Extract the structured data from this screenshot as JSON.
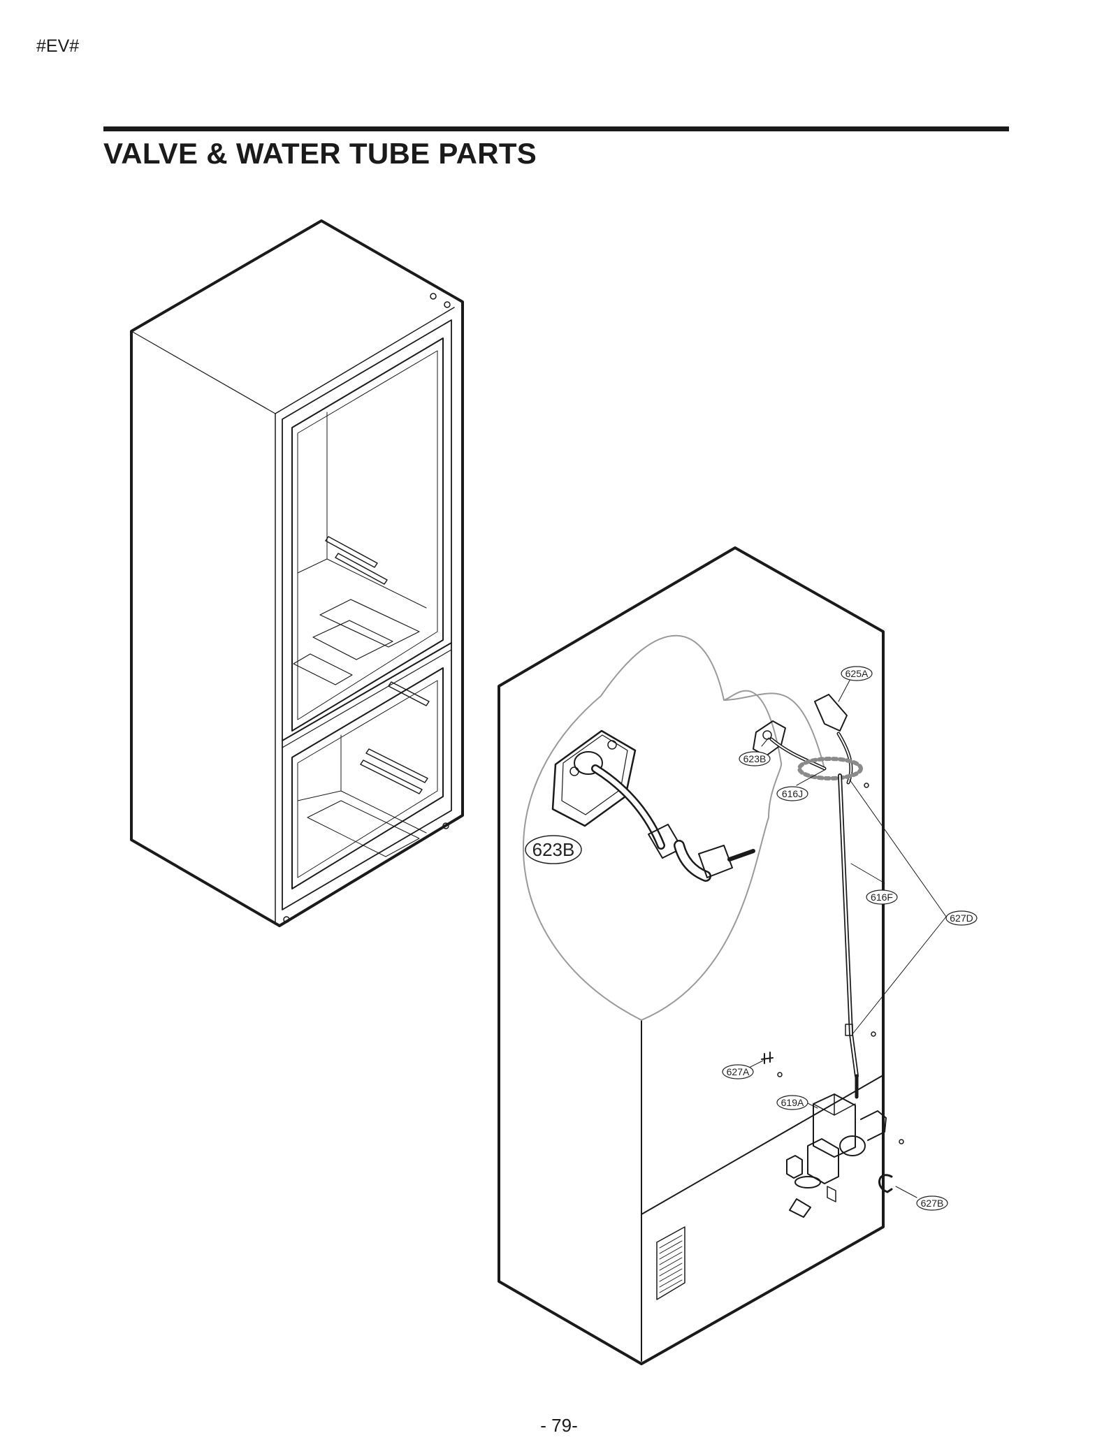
{
  "header": {
    "code": "#EV#",
    "title": "VALVE & WATER TUBE PARTS"
  },
  "callouts": {
    "c625A": "625A",
    "c623B": "623B",
    "c616J": "616J",
    "c616F": "616F",
    "c627D": "627D",
    "c627A": "627A",
    "c619A": "619A",
    "c627B": "627B",
    "detail_623B": "623B"
  },
  "footer": {
    "page_number": "- 79-"
  }
}
